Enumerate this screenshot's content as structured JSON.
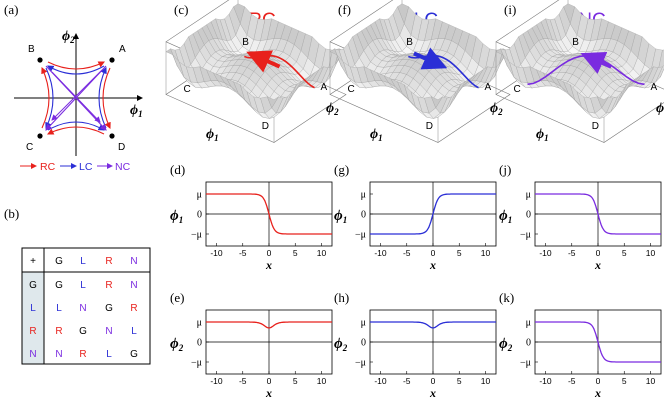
{
  "colors": {
    "RC": "#e8211c",
    "LC": "#2b2fd6",
    "NC": "#7a2be0",
    "G": "#000000",
    "table_shade": "#dfe8ec"
  },
  "panels": {
    "a": {
      "label": "(a)",
      "axis_x": "ϕ",
      "axis_x_sub": "1",
      "axis_y": "ϕ",
      "axis_y_sub": "2",
      "points": {
        "A": "A",
        "B": "B",
        "C": "C",
        "D": "D"
      },
      "legend": {
        "rc": "RC",
        "lc": "LC",
        "nc": "NC"
      }
    },
    "b": {
      "label": "(b)",
      "table": {
        "header": [
          "+",
          "G",
          "L",
          "R",
          "N"
        ],
        "rows": [
          [
            "G",
            "G",
            "L",
            "R",
            "N"
          ],
          [
            "L",
            "L",
            "N",
            "G",
            "R"
          ],
          [
            "R",
            "R",
            "G",
            "N",
            "L"
          ],
          [
            "N",
            "N",
            "R",
            "L",
            "G"
          ]
        ]
      }
    },
    "c": {
      "label": "(c)",
      "title": "RC"
    },
    "f": {
      "label": "(f)",
      "title": "LC"
    },
    "i": {
      "label": "(i)",
      "title": "NC"
    },
    "d": {
      "label": "(d)"
    },
    "e": {
      "label": "(e)"
    },
    "g": {
      "label": "(g)"
    },
    "h": {
      "label": "(h)"
    },
    "j": {
      "label": "(j)"
    },
    "k": {
      "label": "(k)"
    }
  },
  "surface_labels": {
    "A": "A",
    "B": "B",
    "C": "C",
    "D": "D",
    "phi": "ϕ",
    "sub1": "1",
    "sub2": "2"
  },
  "chart_data": [
    {
      "id": "d",
      "type": "line",
      "series_color": "RC",
      "xlabel": "x",
      "ylabel": "ϕ",
      "ylabel_sub": "1",
      "xlim": [
        -12,
        12
      ],
      "ylim": [
        -1.6,
        1.6
      ],
      "xticks": [
        -10,
        -5,
        0,
        5,
        10
      ],
      "yticks": [
        1,
        0,
        -1
      ],
      "ytick_labels": [
        "μ",
        "0",
        "−μ"
      ],
      "curve": {
        "kind": "tanh",
        "amp": -1,
        "scale": 1.0
      },
      "sample_points": {
        "x": [
          -12,
          -2,
          0,
          2,
          12
        ],
        "y": [
          1,
          0.96,
          0,
          -0.96,
          -1
        ]
      }
    },
    {
      "id": "e",
      "type": "line",
      "series_color": "RC",
      "xlabel": "x",
      "ylabel": "ϕ",
      "ylabel_sub": "2",
      "xlim": [
        -12,
        12
      ],
      "ylim": [
        -1.6,
        1.6
      ],
      "xticks": [
        -10,
        -5,
        0,
        5,
        10
      ],
      "yticks": [
        1,
        0,
        -1
      ],
      "ytick_labels": [
        "μ",
        "0",
        "−μ"
      ],
      "curve": {
        "kind": "dip",
        "base": 1,
        "depth": 0.3,
        "scale": 1.2
      },
      "sample_points": {
        "x": [
          -12,
          -2,
          0,
          2,
          12
        ],
        "y": [
          1,
          0.87,
          0.7,
          0.87,
          1
        ]
      }
    },
    {
      "id": "g",
      "type": "line",
      "series_color": "LC",
      "xlabel": "x",
      "ylabel": "ϕ",
      "ylabel_sub": "1",
      "xlim": [
        -12,
        12
      ],
      "ylim": [
        -1.6,
        1.6
      ],
      "xticks": [
        -10,
        -5,
        0,
        5,
        10
      ],
      "yticks": [
        1,
        0,
        -1
      ],
      "ytick_labels": [
        "μ",
        "0",
        "−μ"
      ],
      "curve": {
        "kind": "tanh",
        "amp": 1,
        "scale": 1.0
      },
      "sample_points": {
        "x": [
          -12,
          -2,
          0,
          2,
          12
        ],
        "y": [
          -1,
          -0.96,
          0,
          0.96,
          1
        ]
      }
    },
    {
      "id": "h",
      "type": "line",
      "series_color": "LC",
      "xlabel": "x",
      "ylabel": "ϕ",
      "ylabel_sub": "2",
      "xlim": [
        -12,
        12
      ],
      "ylim": [
        -1.6,
        1.6
      ],
      "xticks": [
        -10,
        -5,
        0,
        5,
        10
      ],
      "yticks": [
        1,
        0,
        -1
      ],
      "ytick_labels": [
        "μ",
        "0",
        "−μ"
      ],
      "curve": {
        "kind": "dip",
        "base": 1,
        "depth": 0.3,
        "scale": 1.2
      },
      "sample_points": {
        "x": [
          -12,
          -2,
          0,
          2,
          12
        ],
        "y": [
          1,
          0.87,
          0.7,
          0.87,
          1
        ]
      }
    },
    {
      "id": "j",
      "type": "line",
      "series_color": "NC",
      "xlabel": "x",
      "ylabel": "ϕ",
      "ylabel_sub": "1",
      "xlim": [
        -12,
        12
      ],
      "ylim": [
        -1.6,
        1.6
      ],
      "xticks": [
        -10,
        -5,
        0,
        5,
        10
      ],
      "yticks": [
        1,
        0,
        -1
      ],
      "ytick_labels": [
        "μ",
        "0",
        "−μ"
      ],
      "curve": {
        "kind": "tanh",
        "amp": -1,
        "scale": 1.0
      },
      "sample_points": {
        "x": [
          -12,
          -2,
          0,
          2,
          12
        ],
        "y": [
          1,
          0.96,
          0,
          -0.96,
          -1
        ]
      }
    },
    {
      "id": "k",
      "type": "line",
      "series_color": "NC",
      "xlabel": "x",
      "ylabel": "ϕ",
      "ylabel_sub": "2",
      "xlim": [
        -12,
        12
      ],
      "ylim": [
        -1.6,
        1.6
      ],
      "xticks": [
        -10,
        -5,
        0,
        5,
        10
      ],
      "yticks": [
        1,
        0,
        -1
      ],
      "ytick_labels": [
        "μ",
        "0",
        "−μ"
      ],
      "curve": {
        "kind": "tanh",
        "amp": -1,
        "scale": 1.0
      },
      "sample_points": {
        "x": [
          -12,
          -2,
          0,
          2,
          12
        ],
        "y": [
          1,
          0.96,
          0,
          -0.96,
          -1
        ]
      }
    }
  ]
}
